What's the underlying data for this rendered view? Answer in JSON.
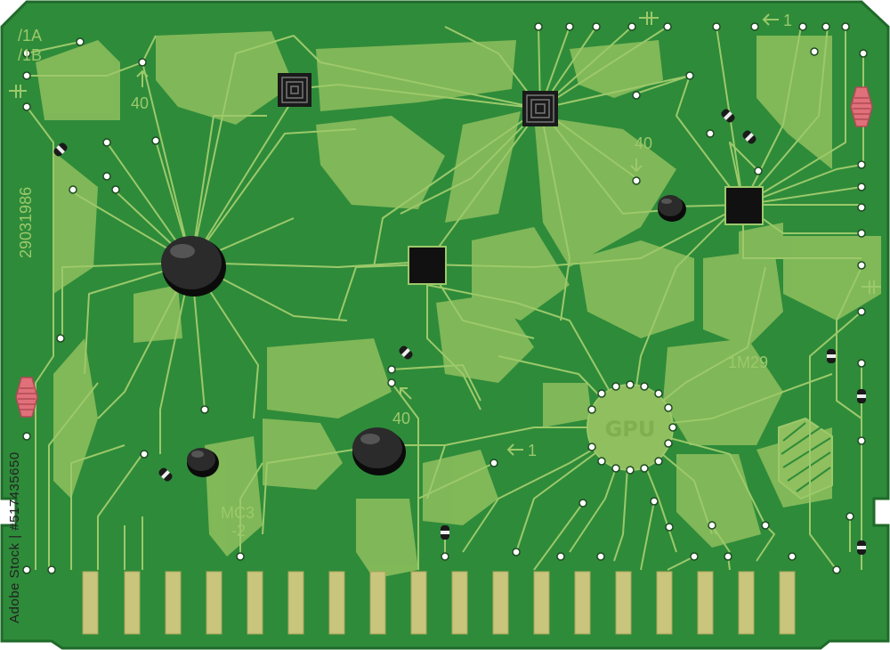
{
  "board": {
    "colors": {
      "substrate": "#2e8b3a",
      "outline": "#1f6a2a",
      "plane": "#8fbf5e",
      "trace": "#9cc96a",
      "gold_contact": "#c9c57d",
      "chip": "#111111",
      "blob": "#1b1b1b",
      "fuse": "#e0707a"
    },
    "labels": {
      "ch1a": "/1A",
      "ch1b": "/1B",
      "up40": "40",
      "down40": "40",
      "diag40": "40",
      "arrow1_top": "1",
      "arrow1_mid": "1",
      "serial": "29031986",
      "part_1m29": "1M29",
      "mc3_line1": "MC3",
      "mc3_line2": "-2",
      "gpu": "GPU"
    },
    "watermark": "Adobe Stock | #517435650"
  }
}
